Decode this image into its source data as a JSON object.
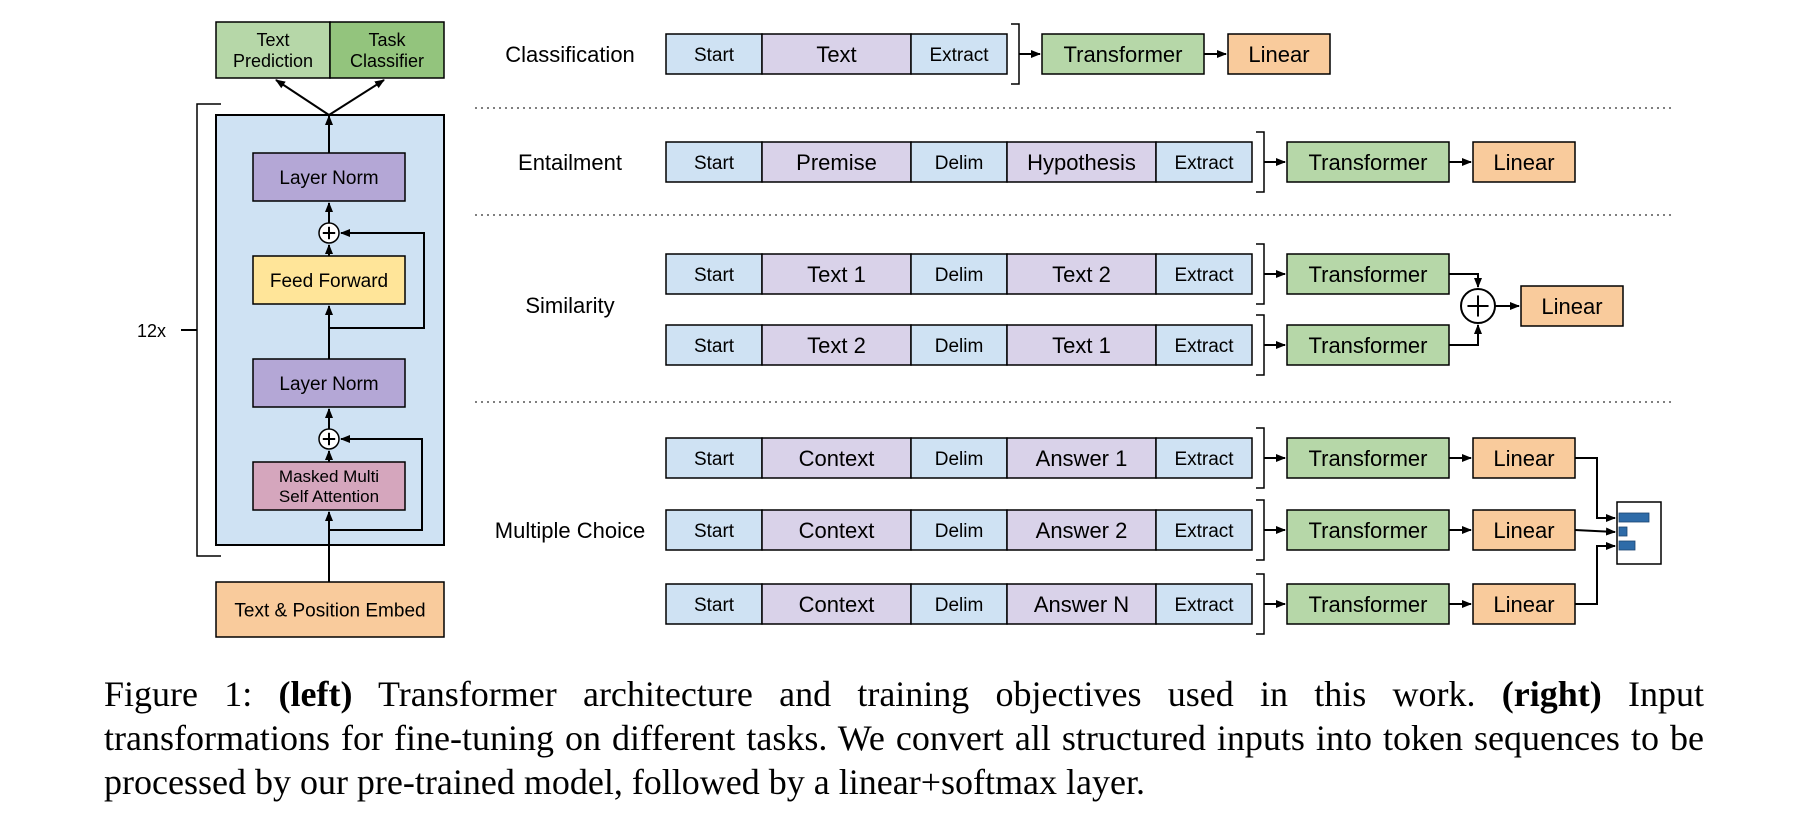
{
  "colors": {
    "start_fill": "#cfe2f3",
    "segment_fill": "#d9d2e9",
    "transformer_fill": "#b6d7a8",
    "linear_fill": "#f9cb9c",
    "block_bg": "#cfe2f3",
    "layer_norm_fill": "#b4a7d6",
    "feed_forward_fill": "#ffe599",
    "attention_fill": "#d5a6bd",
    "embed_fill": "#f9cb9c",
    "text_pred_fill": "#b6d7a8",
    "task_cls_fill": "#93c47d",
    "softmax_bar": "#2e6ba8"
  },
  "left": {
    "outputs": [
      "Text\nPrediction",
      "Task\nClassifier"
    ],
    "layer_norm_top": "Layer Norm",
    "feed_forward": "Feed Forward",
    "layer_norm_bottom": "Layer Norm",
    "attention": "Masked Multi\nSelf Attention",
    "embed": "Text & Position Embed",
    "repeat": "12x"
  },
  "tasks": [
    {
      "name": "Classification",
      "rows": [
        {
          "segments": [
            "Start",
            "Text",
            "Extract"
          ],
          "transformer": "Transformer"
        }
      ],
      "linear": [
        "Linear"
      ]
    },
    {
      "name": "Entailment",
      "rows": [
        {
          "segments": [
            "Start",
            "Premise",
            "Delim",
            "Hypothesis",
            "Extract"
          ],
          "transformer": "Transformer"
        }
      ],
      "linear": [
        "Linear"
      ]
    },
    {
      "name": "Similarity",
      "rows": [
        {
          "segments": [
            "Start",
            "Text 1",
            "Delim",
            "Text 2",
            "Extract"
          ],
          "transformer": "Transformer"
        },
        {
          "segments": [
            "Start",
            "Text 2",
            "Delim",
            "Text 1",
            "Extract"
          ],
          "transformer": "Transformer"
        }
      ],
      "linear": [
        "Linear"
      ]
    },
    {
      "name": "Multiple Choice",
      "rows": [
        {
          "segments": [
            "Start",
            "Context",
            "Delim",
            "Answer 1",
            "Extract"
          ],
          "transformer": "Transformer"
        },
        {
          "segments": [
            "Start",
            "Context",
            "Delim",
            "Answer 2",
            "Extract"
          ],
          "transformer": "Transformer"
        },
        {
          "segments": [
            "Start",
            "Context",
            "Delim",
            "Answer N",
            "Extract"
          ],
          "transformer": "Transformer"
        }
      ],
      "linear": [
        "Linear",
        "Linear",
        "Linear"
      ]
    }
  ],
  "caption": {
    "prefix": "Figure 1: ",
    "left_bold": "(left)",
    "part1": " Transformer architecture and training objectives used in this work. ",
    "right_bold": "(right)",
    "part2": " Input transformations for fine-tuning on different tasks.  We convert all structured inputs into token sequences to be processed by our pre-trained model, followed by a linear+softmax layer."
  }
}
